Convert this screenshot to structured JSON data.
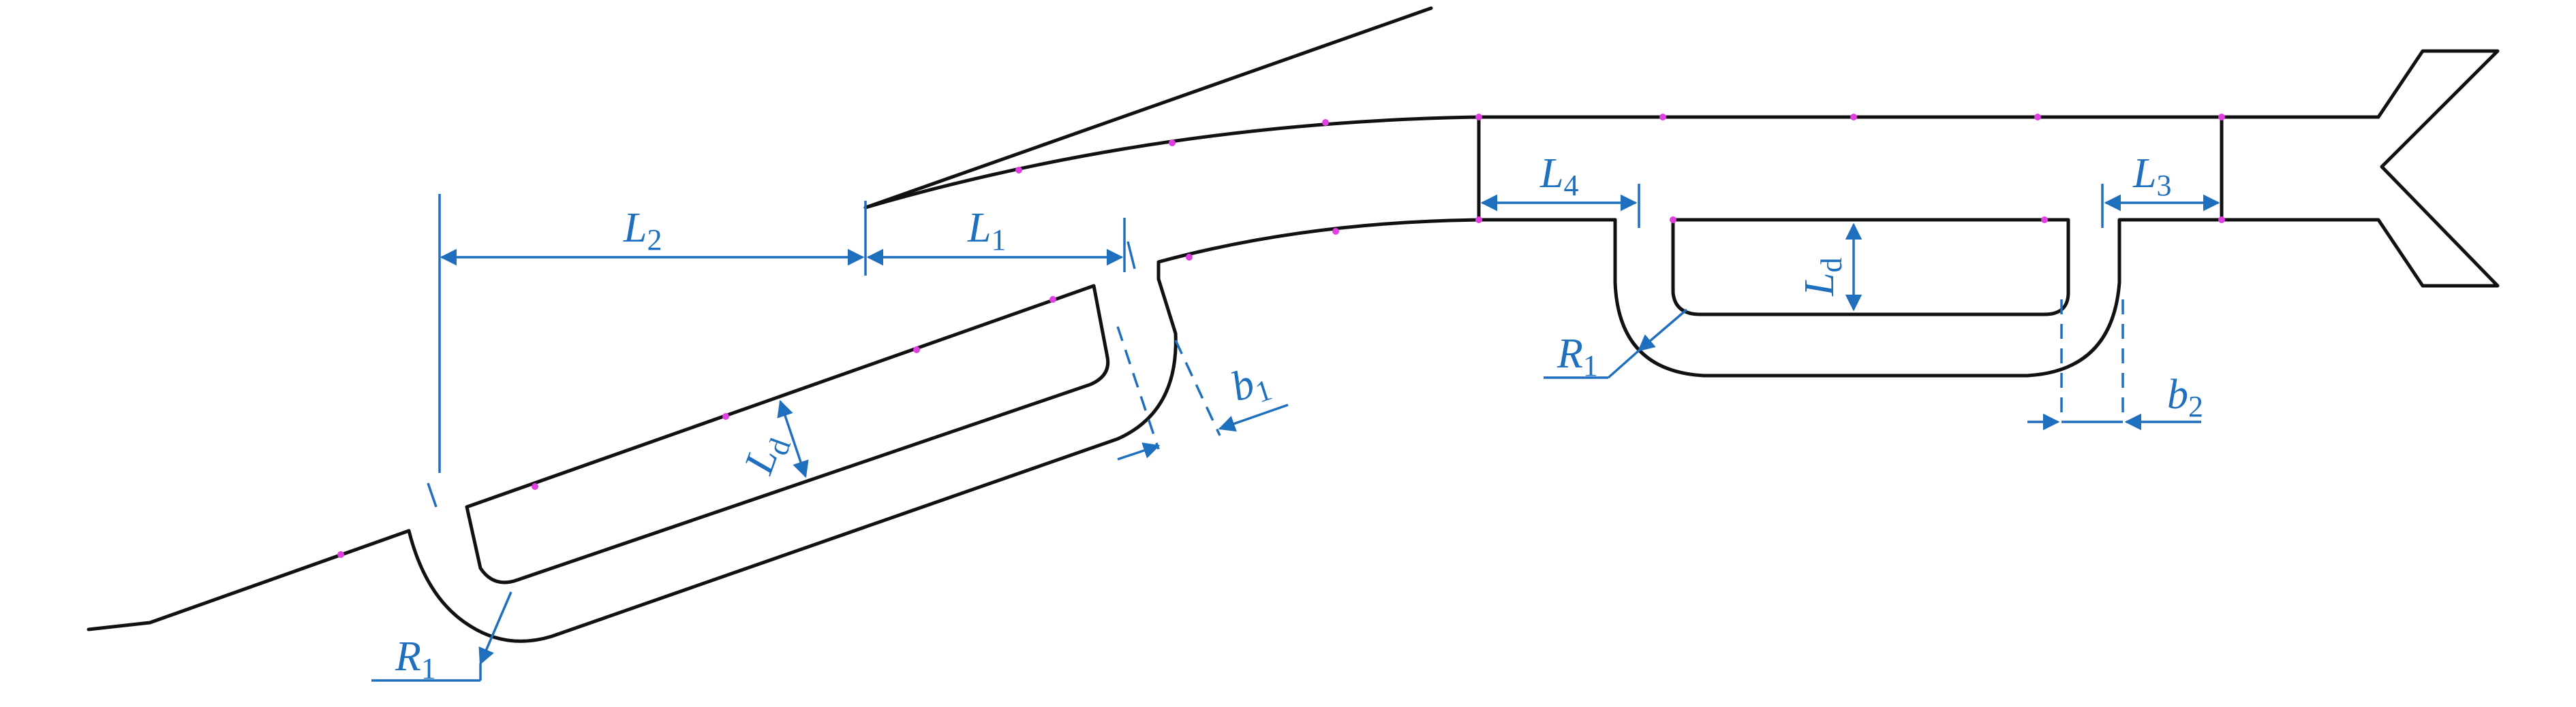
{
  "labels": {
    "L2": {
      "main": "L",
      "sub": "2"
    },
    "L1": {
      "main": "L",
      "sub": "1"
    },
    "Ld_left": {
      "main": "L",
      "sub": "d"
    },
    "b1": {
      "main": "b",
      "sub": "1"
    },
    "R1_left": {
      "main": "R",
      "sub": "1"
    },
    "L4": {
      "main": "L",
      "sub": "4"
    },
    "L3": {
      "main": "L",
      "sub": "3"
    },
    "Ld_right": {
      "main": "L",
      "sub": "d"
    },
    "R1_right": {
      "main": "R",
      "sub": "1"
    },
    "b2": {
      "main": "b",
      "sub": "2"
    }
  },
  "colors": {
    "outline": "#111111",
    "dimension": "#1f6fbf",
    "node": "#e040e0"
  }
}
